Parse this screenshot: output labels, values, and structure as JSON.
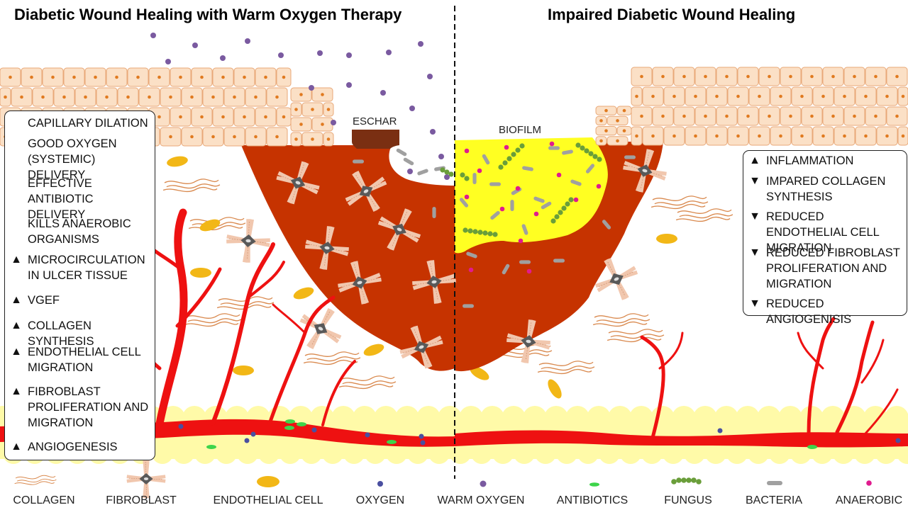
{
  "titles": {
    "left": "Diabetic Wound Healing with Warm Oxygen Therapy",
    "right": "Impaired Diabetic Wound Healing"
  },
  "labels": {
    "eschar": "ESCHAR",
    "biofilm": "BIOFILM"
  },
  "left_panel": [
    {
      "symbol": "",
      "text": "CAPILLARY DILATION"
    },
    {
      "symbol": "",
      "text": "GOOD OXYGEN (SYSTEMIC) DELIVERY"
    },
    {
      "symbol": "",
      "text": "EFFECTIVE ANTIBIOTIC DELIVERY"
    },
    {
      "symbol": "",
      "text": "KILLS ANAEROBIC ORGANISMS"
    },
    {
      "symbol": "▲",
      "text": "MICROCIRCULATION IN ULCER TISSUE"
    },
    {
      "symbol": "▲",
      "text": "VGEF"
    },
    {
      "symbol": "▲",
      "text": "COLLAGEN SYNTHESIS"
    },
    {
      "symbol": "▲",
      "text": "ENDOTHELIAL CELL MIGRATION"
    },
    {
      "symbol": "▲",
      "text": "FIBROBLAST PROLIFERATION AND MIGRATION"
    },
    {
      "symbol": "▲",
      "text": "ANGIOGENESIS"
    }
  ],
  "right_panel": [
    {
      "symbol": "▲",
      "text": "INFLAMMATION"
    },
    {
      "symbol": "▼",
      "text": "IMPARED COLLAGEN SYNTHESIS"
    },
    {
      "symbol": "▼",
      "text": "REDUCED ENDOTHELIAL CELL MIGRATION"
    },
    {
      "symbol": "▼",
      "text": "REDUCED FIBROBLAST PROLIFERATION AND MIGRATION"
    },
    {
      "symbol": "▼",
      "text": "REDUCED ANGIOGENISIS"
    }
  ],
  "legend": [
    {
      "key": "collagen",
      "label": "COLLAGEN"
    },
    {
      "key": "fibroblast",
      "label": "FIBROBLAST"
    },
    {
      "key": "endothelial",
      "label": "ENDOTHELIAL CELL"
    },
    {
      "key": "oxygen",
      "label": "OXYGEN"
    },
    {
      "key": "warm_oxygen",
      "label": "WARM OXYGEN"
    },
    {
      "key": "antibiotics",
      "label": "ANTIBIOTICS"
    },
    {
      "key": "fungus",
      "label": "FUNGUS"
    },
    {
      "key": "bacteria",
      "label": "BACTERIA"
    },
    {
      "key": "anaerobic",
      "label": "ANAEROBIC"
    }
  ],
  "colors": {
    "wound": "#c63300",
    "vessel": "#ee1111",
    "skin": "#fbe0c6",
    "skin_border": "#e8a878",
    "nucleus": "#e07a20",
    "fat": "#fffaa8",
    "biofilm": "#ffff22",
    "eschar": "#7a2f12",
    "endothelial": "#f2b716",
    "oxygen": "#4a4fa0",
    "warm_oxygen": "#7a5aa0",
    "antibiotic": "#3dd44a",
    "fungus": "#6a9e3a",
    "bacteria": "#a0a0a0",
    "anaerobic": "#e01b8e",
    "collagen": "#d9894e",
    "fibroblast": "#595959"
  }
}
